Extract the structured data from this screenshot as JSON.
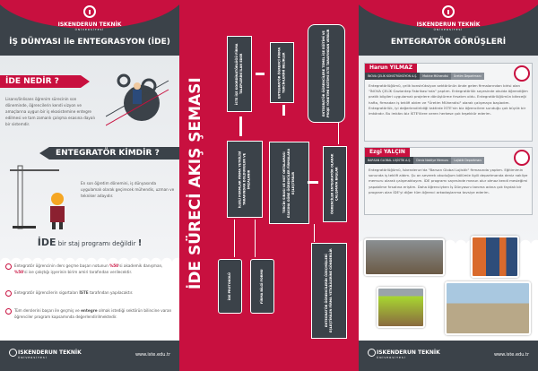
{
  "brand": {
    "name": "ISKENDERUN TEKNİK",
    "sub": "ÜNİVERSİTESİ",
    "url": "www.iste.edu.tr",
    "accent": "#c8103f",
    "dark": "#3b4249"
  },
  "left": {
    "title": "İŞ DÜNYASI ile ENTEGRASYON (İDE)",
    "q1": "İDE NEDİR ?",
    "a1": "Lisans/önlisans öğrenim sürecinin son döneminde, öğrencilerin kendi vizyon ve amaçlarına uygun bir iş ekosistemine entegre edilmesi ve tam zamanlı çalışma esasına dayalı bir sistemdir.",
    "q2": "ENTEGRATÖR KİMDİR ?",
    "a2": "En son öğretim dönemini, iş dünyasında uygulamalı olarak geçirecek mühendis, uzman ve tekniker adayıdır.",
    "headline_bold": "İDE",
    "headline_rest": "bir staj programı değildir",
    "headline_mark": "!",
    "b1_pre": "Entegratör öğrencinin ders geçme başarı notunun ",
    "b1_pct1": "%50",
    "b1_mid": "'si akademik danışman, ",
    "b1_pct2": "%50",
    "b1_post": "'si ise çalıştığı işyerinin birim amiri tarafından verilecektir.",
    "b2_pre": "Entegratör öğrencilerin sigortaları ",
    "b2_bold": "İSTE",
    "b2_post": " tarafından yapılacaktır.",
    "b3_pre": "Tüm derslerini başarı ile geçmiş ve ",
    "b3_bold": "entegre",
    "b3_post": " olmak istediği sektörün bilincine varan öğrenciler program kapsamında değerlendirilmektedir."
  },
  "flow": {
    "title": "İDE SÜRECİ AKIŞ ŞEMASI",
    "steps": [
      "İSTE İŞE KOORDİNATÖRLÜĞÜ FİRMA TALEPLERİNİ İLAN EDER",
      "ENTEGRATÖR ÖĞRENCİ FİRMA TERCİHLERİNİ BELİRLER",
      "ENTEGRATÖR ÖĞRENCİLERE TEMEL İŞE EĞİTİMİ VE PROJE YÖNETİMİ EĞİTİMİ İSTE TARAFINDAN VERİLİR",
      "İLGİLİ FORMLAR FİRMA YETKİLİSİ TARAFINDAN DOLDURULUR VE İMZALANIR",
      "TERCİH SIRASI VE NOT ORTALAMASI ESASINA GÖRE ÖĞRENCİLER FİRMALARA EŞLEŞTİRİLİR",
      "ÖĞRENCİLER ENTEGRATÖR OLARAK ÇALIŞMAYA BAŞLAR",
      "İDE PROTOKOLÜ",
      "FİRMA BİLGİ FORMU",
      "ENTEGRATÖR ÖĞRENCİLERİN ÖZEÇMİŞLERİ EŞLEŞTİRİLEN FİRMA YETKİLİLERİNE GÖNDERİLİR"
    ]
  },
  "right": {
    "title": "ENTEGRATÖR GÖRÜŞLERİ",
    "testimonials": [
      {
        "name": "Harun YILMAZ",
        "company": "İNOVA ÇELİK KONSTRÜKSİYON A.Ş.",
        "role": "Makine Mühendisi",
        "dept": "Üretim Departmanı",
        "text": "Entegratörlüğümü, çelik konstrüksiyon sektörünün önde gelen firmalarından birisi olan \"İNOVA ÇELİK Gaziantep Fabrikası'nda\" yaptım. Entegratörlük sayesinde okulda öğrendiğim pratik bilgileri uygulamalı projelere dönüştürme fırsatım oldu. Entegratörlüğümün biteceği hafta, firmadan iş teklifi aldım ve \"Üretim Mühendisi\" olarak çalışmaya başladım. Entegratörlük, iyi değerlendirildiği taktirde İSTE'nin biz öğrencilere sunduğu çok büyük bir imkândır. Bu imkânı biz İSTE'lilere veren herkese çok teşekkür ederim."
      },
      {
        "name": "Ezgi YALÇIN",
        "company": "BARSAN GLOBAL LOJİSTİK A.Ş.",
        "role": "Deniz Nakliye Memuru",
        "dept": "Lojistik Departmanı",
        "text": "Entegratörlüğümü, İskenderun'da \"Barsan Global Lojistik\" firmasında yaptım. Eğitimimin sonunda iş teklifi aldım. Şu an severek okuduğum bölümle ilgili departmanda deniz nakliye memuru olarak çalışmaktayım. İDE programı sayesinde mezun olur olmaz kendi mesleğimi yapabilme fırsatına eriştim. Daha öğrenciyken İş Dünyasını tanıma adına çok faydalı bir program olan İDE'yi diğer tüm öğrenci arkadaşlarıma tavsiye ederim."
      }
    ]
  }
}
